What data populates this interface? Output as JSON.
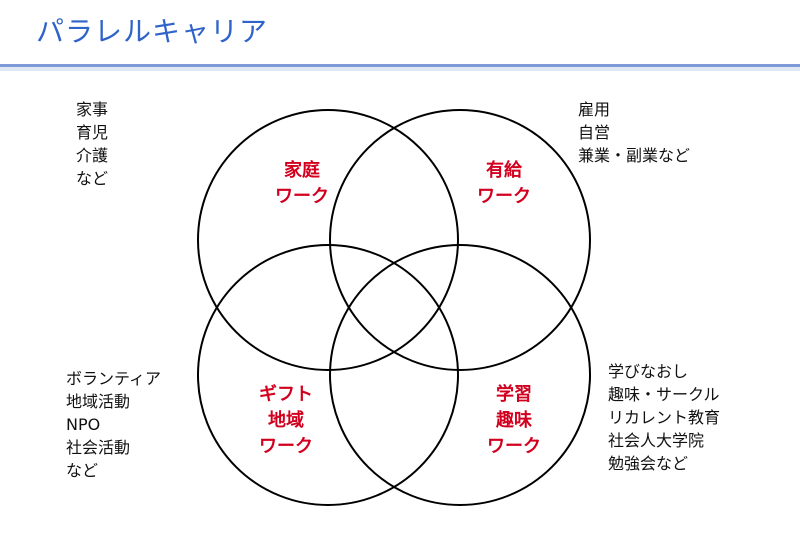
{
  "title": "パラレルキャリア",
  "colors": {
    "title": "#2f63c9",
    "circle_label": "#d2001e",
    "list_text": "#111111"
  },
  "circles": [
    {
      "lines": [
        "家庭",
        "ワーク"
      ]
    },
    {
      "lines": [
        "有給",
        "ワーク"
      ]
    },
    {
      "lines": [
        "ギフト",
        "地域",
        "ワーク"
      ]
    },
    {
      "lines": [
        "学習",
        "趣味",
        "ワーク"
      ]
    }
  ],
  "lists": {
    "top_left": [
      "家事",
      "育児",
      "介護",
      "など"
    ],
    "top_right": [
      "雇用",
      "自営",
      "兼業・副業など"
    ],
    "bottom_left": [
      "ボランティア",
      "地域活動",
      "NPO",
      "社会活動",
      "など"
    ],
    "bottom_right": [
      "学びなおし",
      "趣味・サークル",
      "リカレント教育",
      "社会人大学院",
      "勉強会など"
    ]
  }
}
